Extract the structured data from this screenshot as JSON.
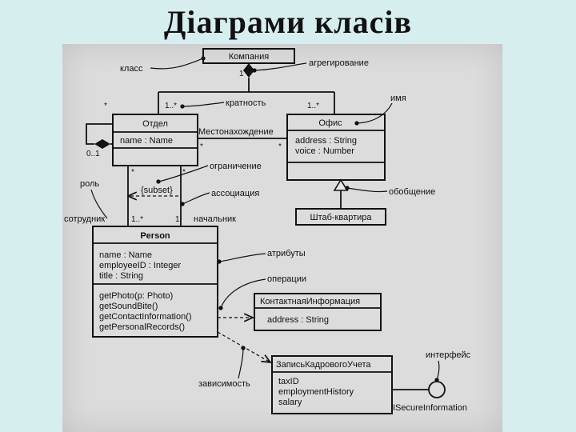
{
  "title": "Діаграми класів",
  "colors": {
    "background": "#d6eeee",
    "scan": "#dcdcdc",
    "ink": "#111111"
  },
  "classes": {
    "company": {
      "name": "Компания"
    },
    "department": {
      "name": "Отдел",
      "attributes": [
        "name : Name"
      ]
    },
    "office": {
      "name": "Офис",
      "attributes": [
        "address : String",
        "voice : Number"
      ]
    },
    "headquarters": {
      "name": "Штаб-квартира"
    },
    "person": {
      "name": "Person",
      "attributes": [
        "name : Name",
        "employeeID : Integer",
        "title : String"
      ],
      "operations": [
        "getPhoto(p: Photo)",
        "getSoundBite()",
        "getContactInformation()",
        "getPersonalRecords()"
      ]
    },
    "contact": {
      "name": "КонтактнаяИнформация",
      "attributes": [
        "address : String"
      ]
    },
    "record": {
      "name": "ЗаписьКадровогоУчета",
      "attributes": [
        "taxID",
        "employmentHistory",
        "salary"
      ]
    }
  },
  "interface_name": "ISecureInformation",
  "association_label": "Местонахождение",
  "constraint": "{subset}",
  "multiplicities": {
    "company_one": "1",
    "dept_many": "1..*",
    "office_many": "1..*",
    "self_star": "*",
    "self_range": "0..1",
    "loc_left": "*",
    "loc_right": "*",
    "dept_bottom_left": "*",
    "dept_bottom_right": "*",
    "person_many": "1..*",
    "person_one": "1"
  },
  "annotations": {
    "class": "класс",
    "aggregation": "агрегирование",
    "multiplicity": "кратность",
    "name": "имя",
    "constraint": "ограничение",
    "role": "роль",
    "association": "ассоциация",
    "generalization": "обобщение",
    "employee": "сотрудник",
    "manager": "начальник",
    "attributes": "атрибуты",
    "operations": "операции",
    "interface": "интерфейс",
    "dependency": "зависимость"
  }
}
